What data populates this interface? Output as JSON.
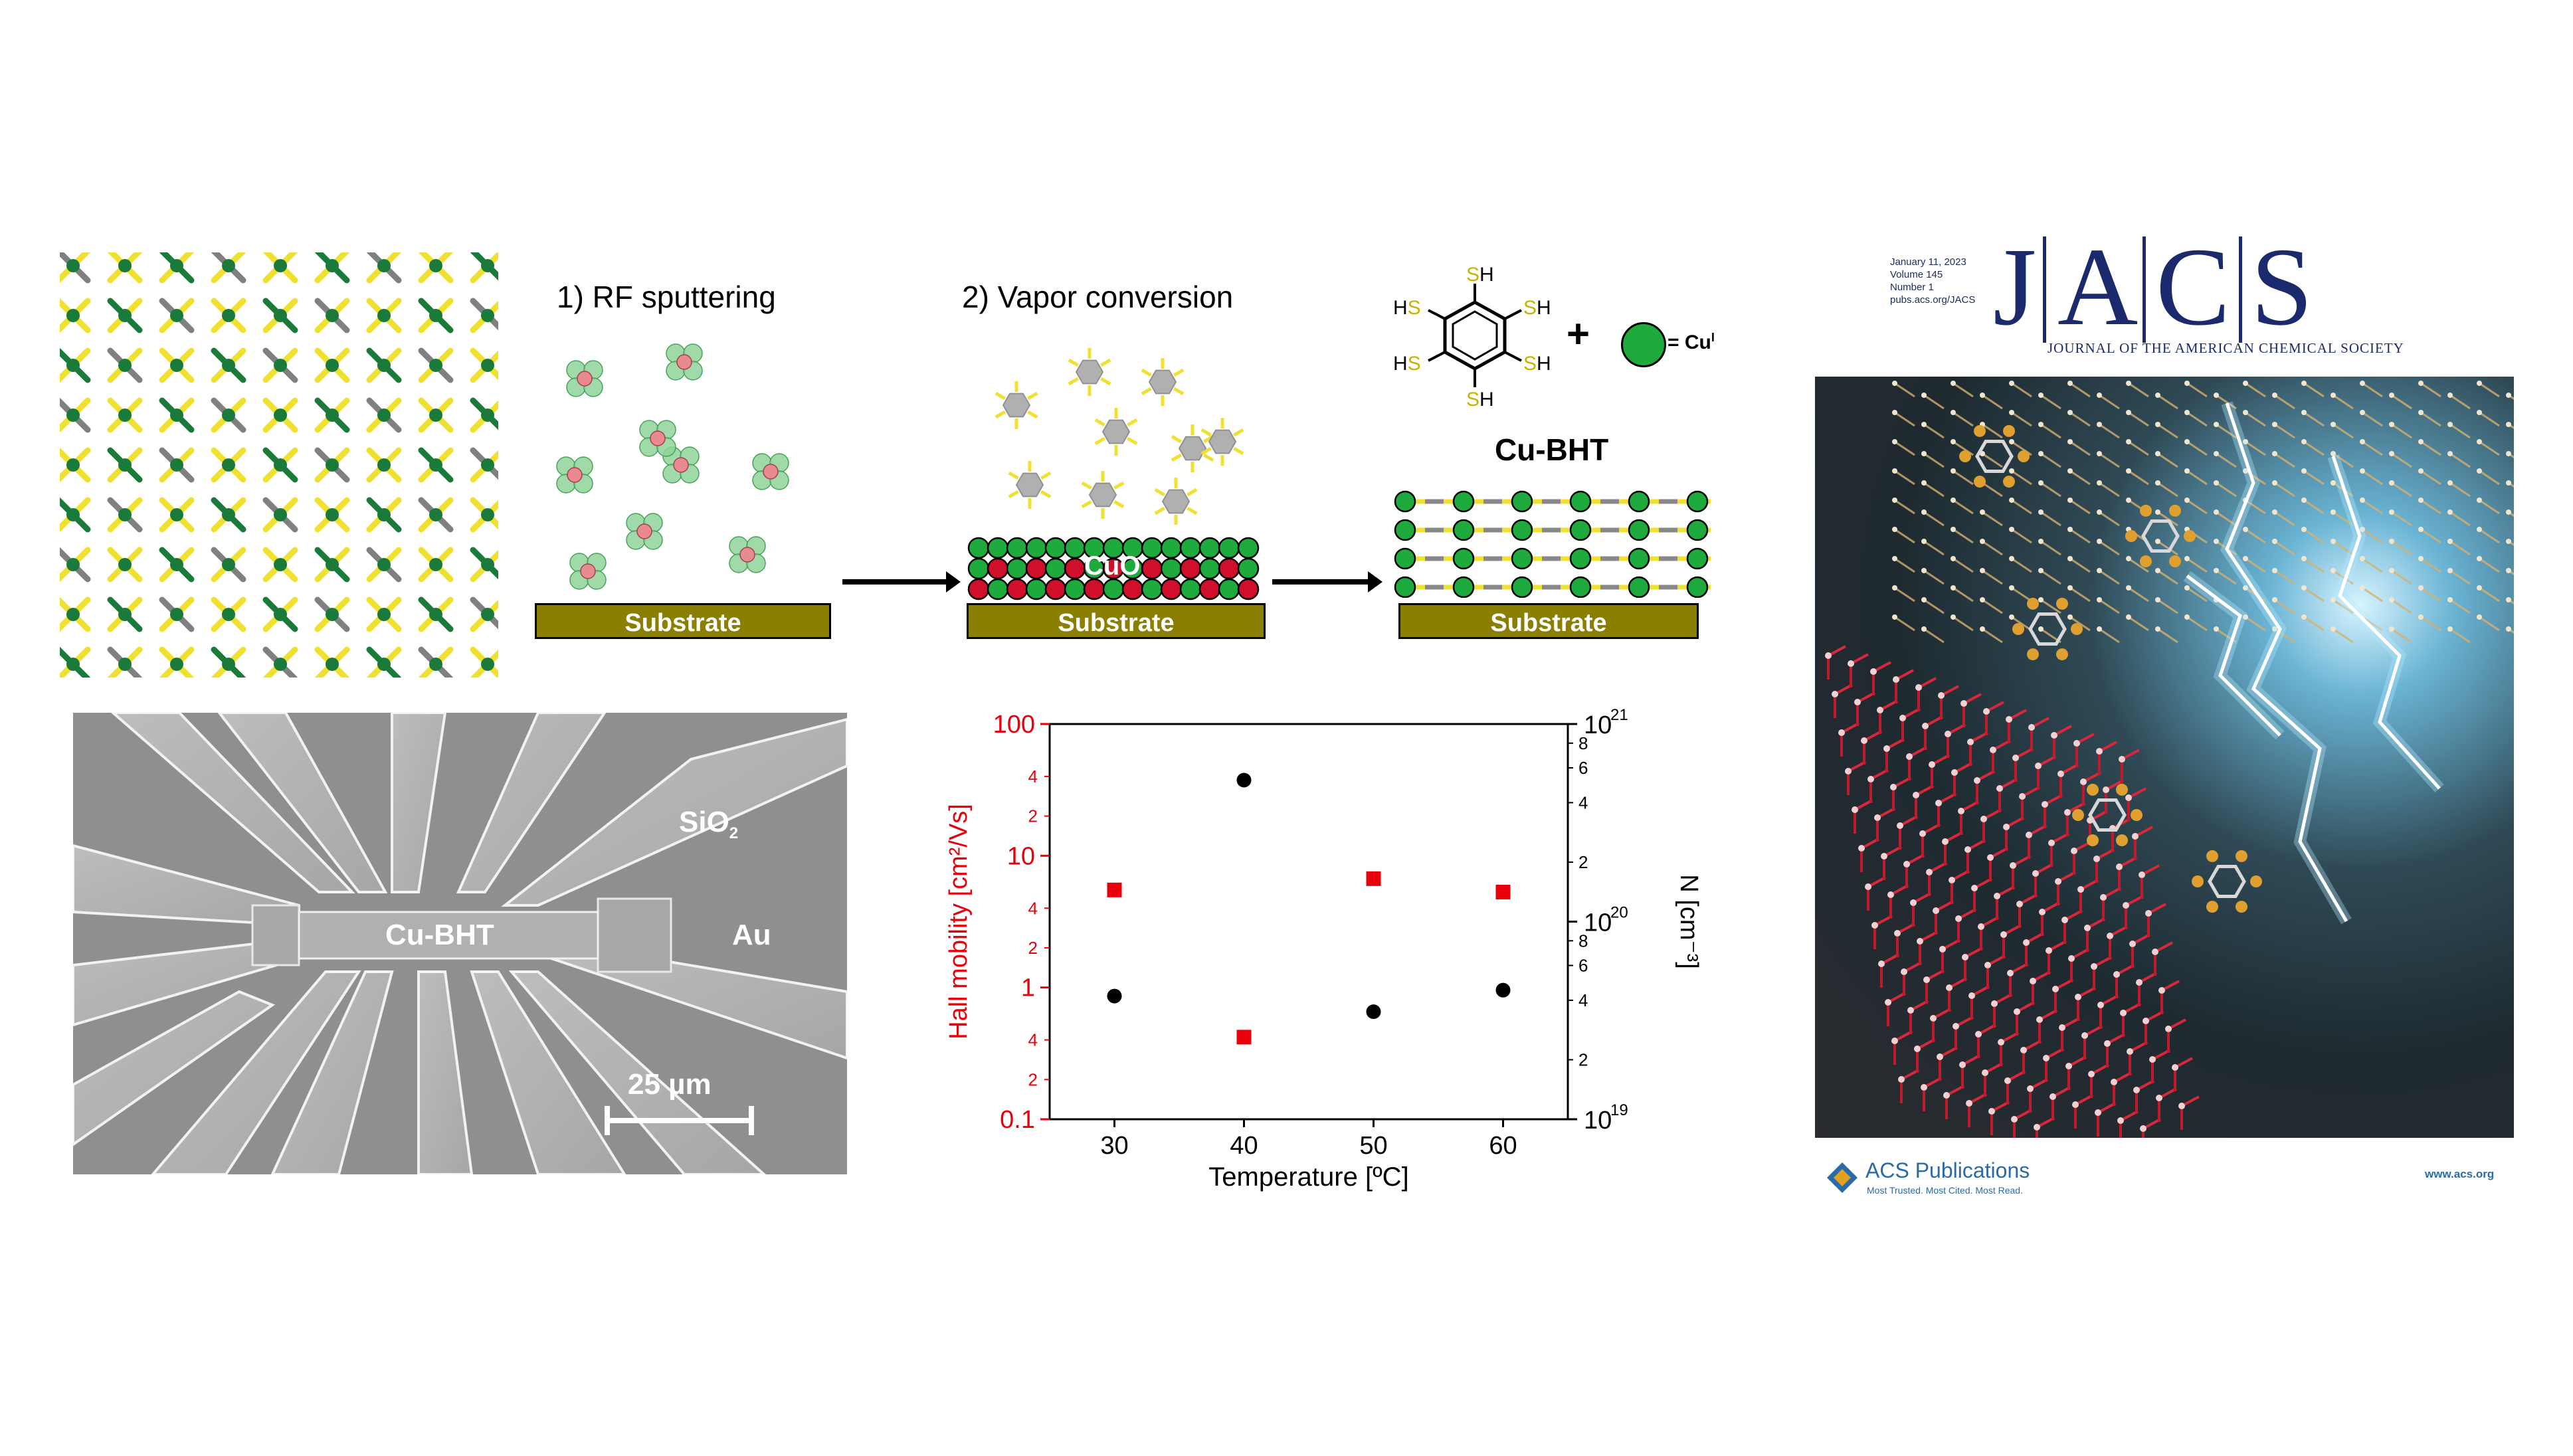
{
  "process": {
    "step1_title": "1) RF sputtering",
    "step2_title": "2) Vapor conversion",
    "substrate_label": "Substrate",
    "cuo_label": "CuO",
    "product_label": "Cu-BHT",
    "equals_label": "= Cu",
    "equals_superscript": "I",
    "plus_sign": "+",
    "sh_label": "SH",
    "s_label": "S",
    "h_label": "H",
    "colors": {
      "substrate": "#8a7f00",
      "cu_green": "#1eaa3c",
      "cuo_red": "#d0102a",
      "sulfur_yellow": "#f0e030",
      "framework_gray": "#808080",
      "framework_green": "#1a7a3a"
    }
  },
  "micrograph": {
    "label_device": "Cu-BHT",
    "label_sio2": "SiO",
    "label_sio2_sub": "2",
    "label_au": "Au",
    "scale_label": "25 µm"
  },
  "chart_data": {
    "type": "scatter",
    "xlabel": "Temperature [ºC]",
    "ylabel_left": "Hall mobility [cm²/Vs]",
    "ylabel_right": "N [cm⁻³]",
    "xlim": [
      25,
      65
    ],
    "x_ticks": [
      30,
      40,
      50,
      60
    ],
    "y_left_scale": "log",
    "y_left_lim": [
      0.1,
      100
    ],
    "y_left_ticks": [
      "100",
      "10",
      "1",
      "0.1"
    ],
    "y_left_minor_labels": [
      "4",
      "2",
      "4",
      "2",
      "4",
      "2"
    ],
    "y_right_scale": "log",
    "y_right_lim": [
      1e+19,
      1e+21
    ],
    "y_right_ticks": [
      "10",
      "10",
      "10"
    ],
    "y_right_tick_exponents": [
      "21",
      "20",
      "19"
    ],
    "y_right_minor_labels": [
      "8",
      "6",
      "4",
      "2",
      "8",
      "6",
      "4",
      "2"
    ],
    "series": [
      {
        "name": "Hall mobility",
        "axis": "left",
        "marker": "square",
        "color": "#e8000b",
        "x": [
          30,
          40,
          50,
          60
        ],
        "y": [
          5.5,
          0.42,
          6.7,
          5.3
        ]
      },
      {
        "name": "N",
        "axis": "right",
        "marker": "circle",
        "color": "#000000",
        "x": [
          30,
          40,
          50,
          60
        ],
        "y": [
          4.2e+19,
          5.2e+20,
          3.5e+19,
          4.5e+19
        ]
      }
    ],
    "grid": false
  },
  "cover": {
    "date": "January 11, 2023",
    "volume": "Volume 145",
    "number": "Number 1",
    "url": "pubs.acs.org/JACS",
    "logo_letters": [
      "J",
      "A",
      "C",
      "S"
    ],
    "journal_name": "JOURNAL OF THE AMERICAN CHEMICAL SOCIETY",
    "publisher": "ACS Publications",
    "publisher_tagline": "Most Trusted. Most Cited. Most Read.",
    "website": "www.acs.org",
    "colors": {
      "navy": "#1a2a6c",
      "acs_blue": "#2a6aa8"
    }
  }
}
